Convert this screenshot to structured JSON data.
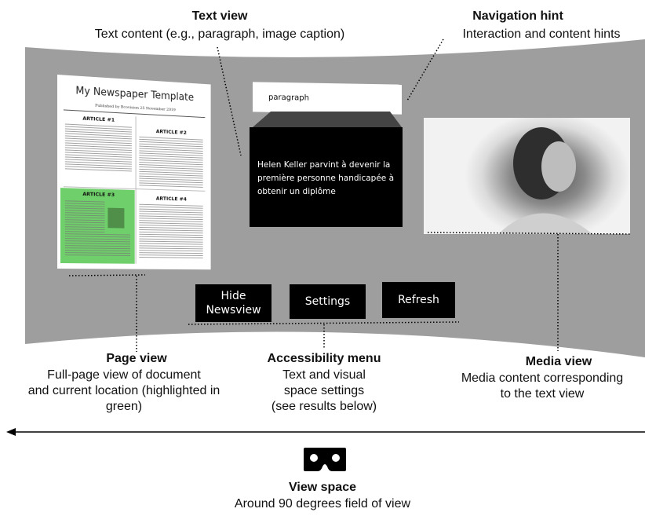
{
  "labels": {
    "text_view": {
      "title": "Text view",
      "desc": "Text content (e.g., paragraph, image caption)"
    },
    "nav_hint": {
      "title": "Navigation hint",
      "desc": "Interaction and content hints"
    },
    "page_view": {
      "title": "Page view",
      "desc": [
        "Full-page view of document",
        "and current location (highlighted in",
        "green)"
      ]
    },
    "access_menu": {
      "title": "Accessibility menu",
      "desc": [
        "Text and visual",
        "space settings",
        "(see results below)"
      ]
    },
    "media_view": {
      "title": "Media view",
      "desc": [
        "Media content corresponding",
        "to the text view"
      ]
    },
    "view_space": {
      "title": "View space",
      "desc": "Around 90 degrees field of view"
    }
  },
  "newspaper": {
    "title": "My Newspaper Template",
    "subtitle": "Published by Bcovision 25 November 2019",
    "articles": [
      "ARTICLE #1",
      "ARTICLE #2",
      "ARTICLE #3",
      "ARTICLE #4"
    ]
  },
  "nav_hint_box": {
    "text": "paragraph"
  },
  "text_panel": {
    "text": "Helen Keller parvint à devenir la première personne handicapée à obtenir un diplôme"
  },
  "menu": {
    "buttons": [
      "Hide Newsview",
      "Settings",
      "Refresh"
    ]
  },
  "colors": {
    "background": "#9e9e9e",
    "highlight": "#6fcf6a",
    "panel": "#000000"
  },
  "icons": {
    "headset": "vr-headset-icon",
    "arrow": "left-arrow-icon"
  }
}
